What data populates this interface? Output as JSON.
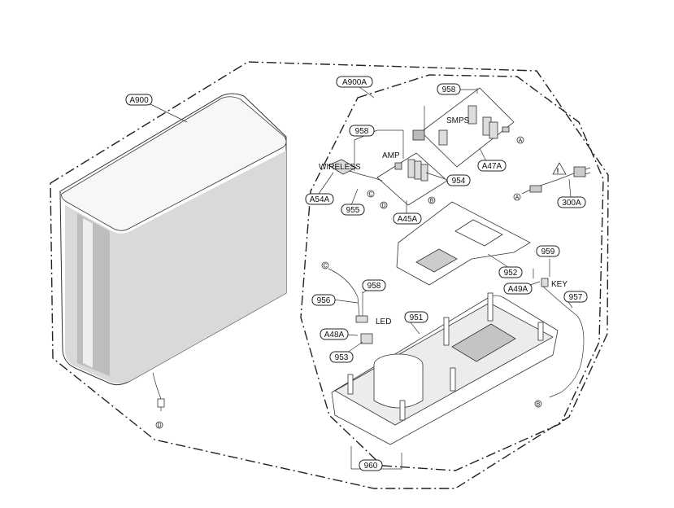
{
  "callouts": {
    "a900": "A900",
    "a900a": "A900A",
    "p958_top": "958",
    "p958_amp": "958",
    "a47a": "A47A",
    "p954": "954",
    "a54a": "A54A",
    "p955": "955",
    "a45a": "A45A",
    "p300a": "300A",
    "p959": "959",
    "p952": "952",
    "a49a": "A49A",
    "p957": "957",
    "p956": "956",
    "p958_led": "958",
    "p951": "951",
    "a48a": "A48A",
    "p953": "953",
    "p960": "960"
  },
  "labels": {
    "smps": "SMPS",
    "amp": "AMP",
    "wireless": "WIRELESS",
    "led": "LED",
    "key": "KEY",
    "warning": "!"
  },
  "markers": {
    "a": "A",
    "b": "B",
    "c": "C",
    "d": "D"
  }
}
